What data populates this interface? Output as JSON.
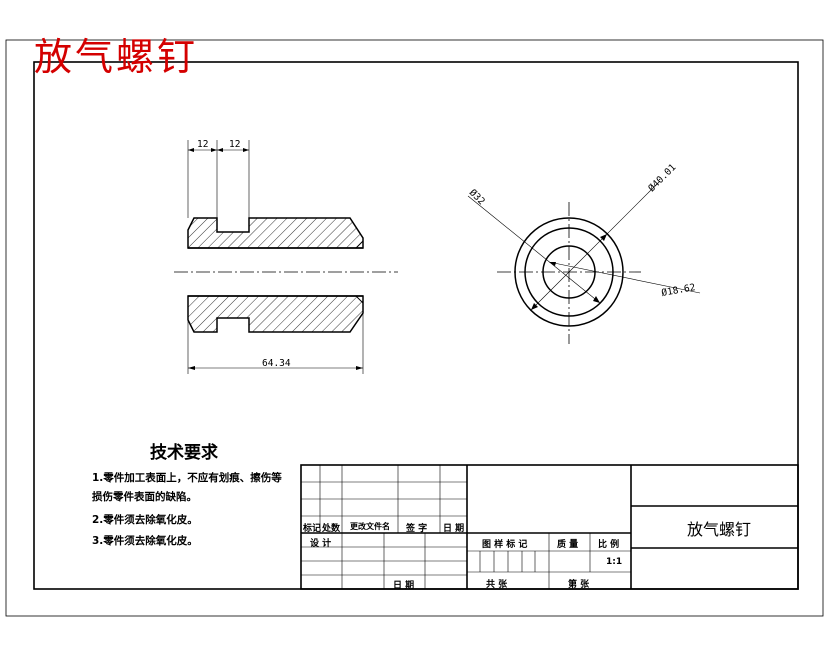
{
  "drawing": {
    "title_overlay": "放气螺钉",
    "part_name": "放气螺钉",
    "scale": "1:1",
    "dimensions": {
      "groove_width_1": "12",
      "groove_width_2": "12",
      "overall_length": "64.34",
      "outer_diameter": "Ø40.01",
      "groove_diameter": "Ø32",
      "inner_diameter": "Ø18.62"
    }
  },
  "tech_requirements": {
    "heading": "技术要求",
    "line1": "1.零件加工表面上，不应有划痕、擦伤等",
    "line2": "损伤零件表面的缺陷。",
    "line3": "2.零件须去除氧化皮。",
    "line4": "3.零件须去除氧化皮。"
  },
  "title_block": {
    "mark": "标记",
    "count": "处数",
    "doc_no": "更改文件名",
    "sign": "签  字",
    "date": "日  期",
    "design": "设  计",
    "date2": "日  期",
    "stage_mark": "图  样  标  记",
    "weight": "质  量",
    "scale_label": "比  例",
    "total": "共    张",
    "sheet": "第    张"
  }
}
